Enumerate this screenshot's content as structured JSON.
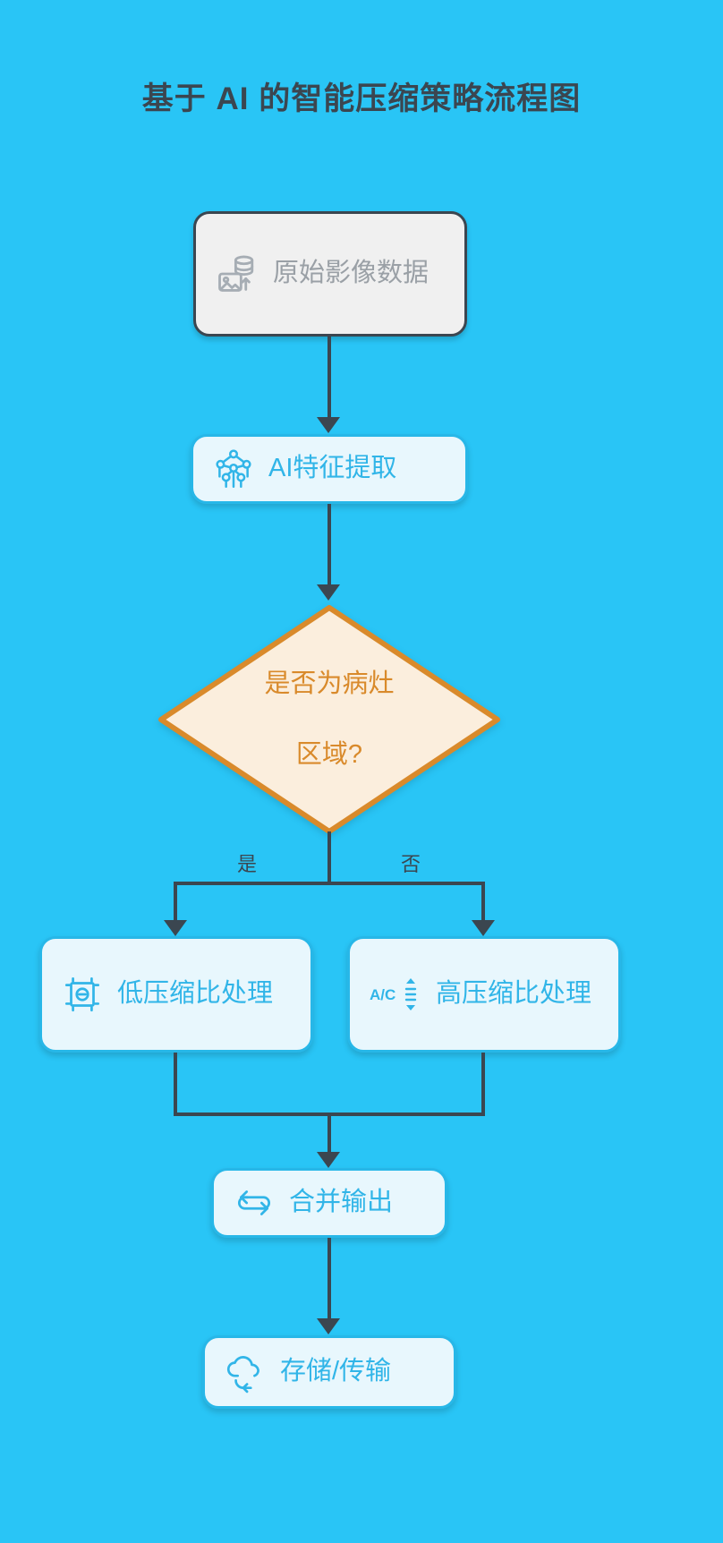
{
  "page": {
    "title": "基于 AI 的智能压缩策略流程图",
    "background_color": "#29c5f6",
    "title_color": "#3b4650"
  },
  "colors": {
    "background": "#29c5f6",
    "connector": "#3b4650",
    "process_fill": "#e8f7fd",
    "process_border": "#27b7e8",
    "process_text": "#31b5e8",
    "start_fill": "#f0f0f0",
    "start_border": "#3b4650",
    "start_text": "#9aa0a6",
    "decision_fill": "#fbeedd",
    "decision_border": "#d98a2b",
    "decision_text": "#d98a2b"
  },
  "nodes": {
    "start": {
      "label": "原始影像数据",
      "icon": "image-database-icon",
      "type": "start"
    },
    "feature": {
      "label": "AI特征提取",
      "icon": "neural-network-icon",
      "type": "process"
    },
    "decision": {
      "label_line1": "是否为病灶",
      "label_line2": "区域?",
      "type": "decision"
    },
    "low_ratio": {
      "label": "低压缩比处理",
      "icon": "crop-minus-icon",
      "type": "process"
    },
    "high_ratio": {
      "label": "高压缩比处理",
      "icon": "ac-compress-icon",
      "type": "process"
    },
    "merge": {
      "label": "合并输出",
      "icon": "swap-arrows-icon",
      "type": "process"
    },
    "output": {
      "label": "存储/传输",
      "icon": "cloud-sync-icon",
      "type": "process"
    }
  },
  "edges": {
    "yes_label": "是",
    "no_label": "否"
  }
}
